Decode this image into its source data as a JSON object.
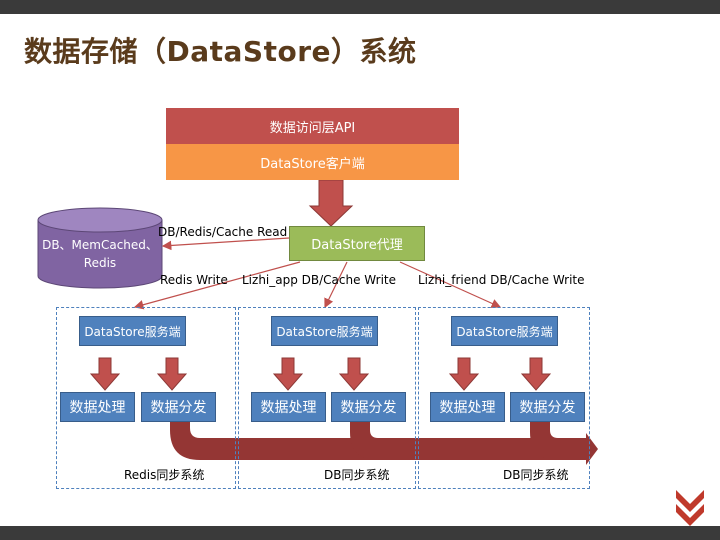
{
  "slide": {
    "title": "数据存储（DataStore）系统"
  },
  "top": {
    "api_layer": "数据访问层API",
    "client": "DataStore客户端"
  },
  "proxy": {
    "label": "DataStore代理"
  },
  "storage": {
    "line1": "DB、MemCached、",
    "line2": "Redis"
  },
  "edges": {
    "read": "DB/Redis/Cache Read",
    "redis_write": "Redis Write",
    "lizhi_app_write": "Lizhi_app DB/Cache Write",
    "lizhi_friend_write": "Lizhi_friend DB/Cache Write"
  },
  "groups": [
    {
      "server": "DataStore服务端",
      "process": "数据处理",
      "dispatch": "数据分发",
      "sync": "Redis同步系统"
    },
    {
      "server": "DataStore服务端",
      "process": "数据处理",
      "dispatch": "数据分发",
      "sync": "DB同步系统"
    },
    {
      "server": "DataStore服务端",
      "process": "数据处理",
      "dispatch": "数据分发",
      "sync": "DB同步系统"
    }
  ],
  "colors": {
    "title": "#5a3b1c",
    "api_layer": "#c0504d",
    "client": "#f79646",
    "proxy": "#9bbb59",
    "blue_box": "#4f81bd",
    "storage": "#8064a2",
    "arrow": "#c0504d",
    "flow_band": "#943634"
  }
}
